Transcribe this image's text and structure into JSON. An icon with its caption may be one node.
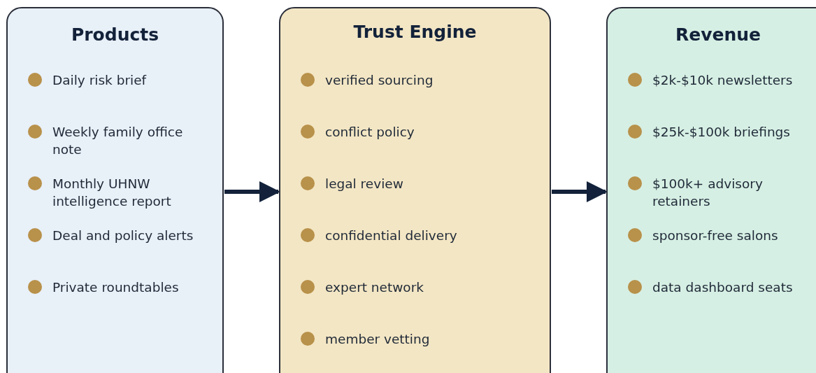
{
  "diagram": {
    "nodes": [
      {
        "text": [
          "Products",
          "Daily risk brief",
          "Weekly family office note",
          "Monthly UHNW intelligence report",
          "Deal and policy alerts",
          "Private roundtables"
        ]
      },
      {
        "text": [
          "Trust Engine",
          "verified sourcing",
          "conflict policy",
          "legal review",
          "confidential delivery",
          "expert network",
          "member vetting"
        ]
      },
      {
        "text": [
          "Revenue",
          "$2k-$10k newsletters",
          "$25k-$100k briefings",
          "$100k+ advisory retainers",
          "sponsor-free salons",
          "data dashboard seats"
        ]
      }
    ],
    "edges": [
      {
        "from": 0,
        "to": 1,
        "arrow": "to"
      },
      {
        "from": 1,
        "to": 2,
        "arrow": "to"
      }
    ]
  }
}
